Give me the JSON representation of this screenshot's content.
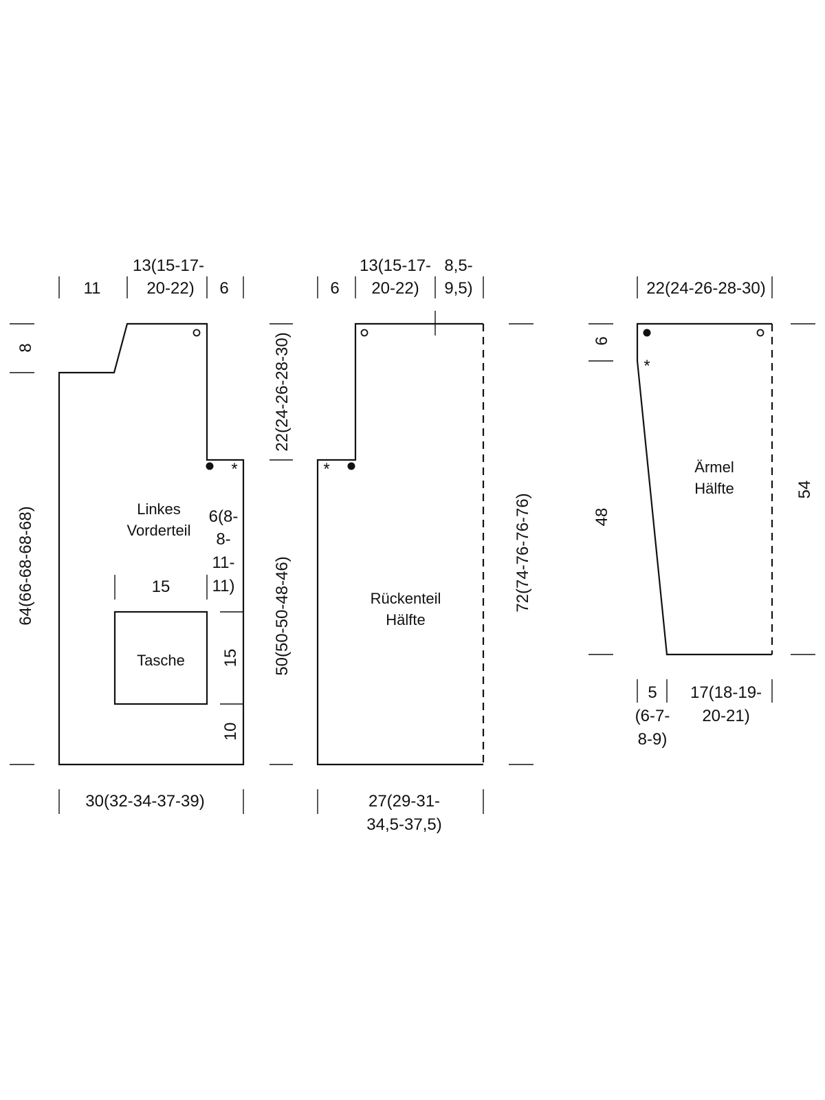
{
  "front": {
    "label_line1": "Linkes",
    "label_line2": "Vorderteil",
    "pocket_label": "Tasche",
    "top_dim_left": "11",
    "top_dim_mid_line1": "13(15-17-",
    "top_dim_mid_line2": "20-22)",
    "top_dim_right": "6",
    "shoulder_drop": "8",
    "total_height": "64(66-68-68-68)",
    "neck_width_line1": "6(8-",
    "neck_width_line2": "8-",
    "neck_width_line3": "11-",
    "neck_width_line4": "11)",
    "pocket_width": "15",
    "pocket_height": "15",
    "pocket_bottom": "10",
    "bottom_width": "30(32-34-37-39)",
    "neck_depth": "22(24-26-28-30)",
    "body_height": "50(50-50-48-46)"
  },
  "back": {
    "label_line1": "Rückenteil",
    "label_line2": "Hälfte",
    "top_dim_left": "6",
    "top_dim_mid_line1": "13(15-17-",
    "top_dim_mid_line2": "20-22)",
    "top_dim_right_line1": "8,5-",
    "top_dim_right_line2": "9,5)",
    "total_height": "72(74-76-76-76)",
    "bottom_width_line1": "27(29-31-",
    "bottom_width_line2": "34,5-37,5)"
  },
  "sleeve": {
    "label_line1": "Ärmel",
    "label_line2": "Hälfte",
    "top_width": "22(24-26-28-30)",
    "cap_height": "6",
    "slope_height": "48",
    "total_height": "54",
    "bottom_left_line1": "5",
    "bottom_left_line2": "(6-7-",
    "bottom_left_line3": "8-9)",
    "bottom_right_line1": "17(18-19-",
    "bottom_right_line2": "20-21)"
  },
  "markers": {
    "asterisk": "*"
  }
}
